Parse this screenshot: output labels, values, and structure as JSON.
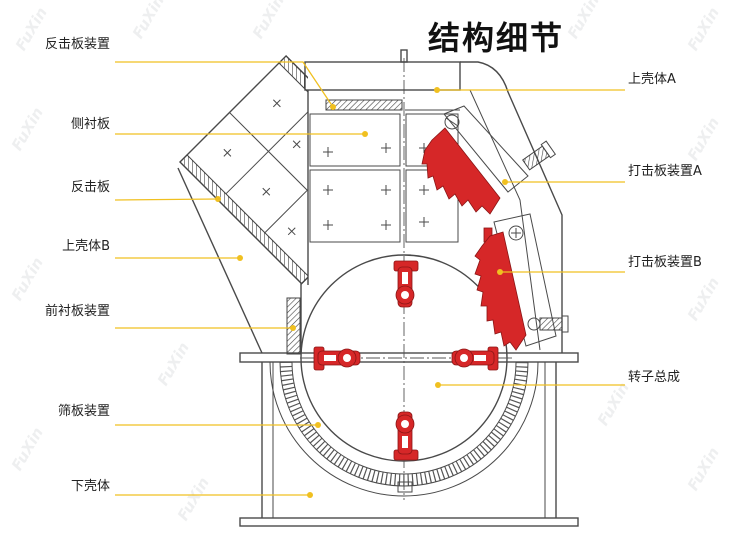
{
  "title": "结构细节",
  "labels_left": [
    "反击板装置",
    "侧衬板",
    "反击板",
    "上壳体B",
    "前衬板装置",
    "筛板装置",
    "下壳体"
  ],
  "labels_right": [
    "上壳体A",
    "打击板装置A",
    "打击板装置B",
    "转子总成"
  ],
  "watermark": "FuXin",
  "colors": {
    "leader": "#f0c020",
    "hammer": "#d62728",
    "line": "#4a4a4a"
  }
}
